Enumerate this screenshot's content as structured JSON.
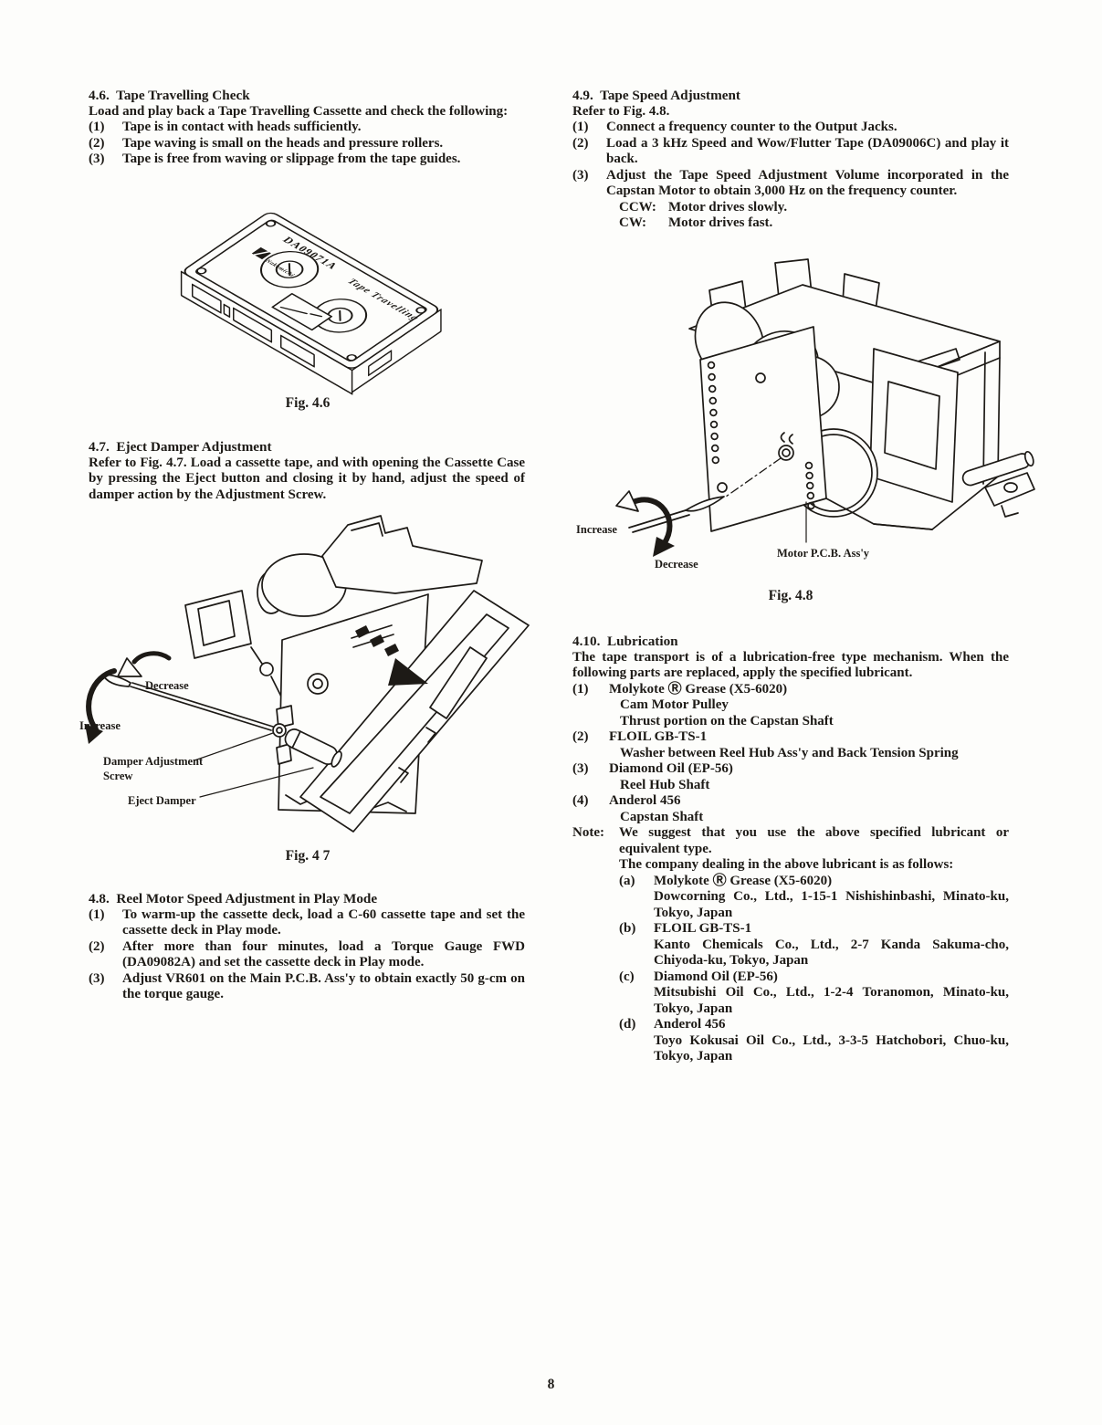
{
  "page": {
    "number": "8"
  },
  "left": {
    "s46": {
      "heading": "4.6.  Tape Travelling Check",
      "intro": "Load and play back a Tape Travelling Cassette and check the following:",
      "items": [
        {
          "num": "(1)",
          "text": "Tape is in contact with heads sufficiently."
        },
        {
          "num": "(2)",
          "text": "Tape waving is small on the heads and pressure rollers."
        },
        {
          "num": "(3)",
          "text": "Tape is free from waving or slippage from the tape guides."
        }
      ]
    },
    "fig46": {
      "caption": "Fig. 4.6",
      "cassette_code": "DA09071A",
      "cassette_title": "Tape Travelling",
      "brand": "Nakamichi"
    },
    "s47": {
      "heading": "4.7.  Eject Damper Adjustment",
      "body": "Refer to Fig. 4.7. Load a cassette tape, and with opening the Cassette Case by pressing the Eject button and closing it by hand, adjust the speed of damper action by the Adjustment Screw."
    },
    "fig47": {
      "caption": "Fig. 4 7",
      "labels": {
        "decrease": "Decrease",
        "increase": "Increase",
        "screw_line1": "Damper Adjustment",
        "screw_line2": "Screw",
        "damper": "Eject Damper"
      }
    },
    "s48": {
      "heading": "4.8.  Reel Motor Speed Adjustment in Play Mode",
      "items": [
        {
          "num": "(1)",
          "text": "To warm-up the cassette deck, load a C-60 cassette tape and set the cassette deck in Play mode."
        },
        {
          "num": "(2)",
          "text": "After more than four minutes, load a Torque Gauge FWD (DA09082A) and set the cassette deck in Play mode."
        },
        {
          "num": "(3)",
          "text": "Adjust VR601 on the Main P.C.B. Ass'y to obtain exactly 50 g-cm on the torque gauge."
        }
      ]
    }
  },
  "right": {
    "s49": {
      "heading": "4.9.  Tape Speed Adjustment",
      "refer": "Refer to Fig. 4.8.",
      "items": [
        {
          "num": "(1)",
          "text": "Connect a frequency counter to the Output Jacks."
        },
        {
          "num": "(2)",
          "text": "Load a 3 kHz Speed and Wow/Flutter Tape (DA09006C) and play it back."
        },
        {
          "num": "(3)",
          "text": "Adjust the Tape Speed Adjustment Volume incorporated in the Capstan Motor to obtain 3,000 Hz on the frequency counter."
        }
      ],
      "ccw_label": "CCW:",
      "ccw_text": "Motor drives slowly.",
      "cw_label": "CW:",
      "cw_text": "Motor drives fast."
    },
    "fig48": {
      "caption": "Fig. 4.8",
      "labels": {
        "increase": "Increase",
        "decrease": "Decrease",
        "pcb": "Motor P.C.B. Ass'y"
      }
    },
    "s410": {
      "heading": "4.10.  Lubrication",
      "intro": "The tape transport is of a lubrication-free type mechanism. When the following parts are replaced, apply the specified lubricant.",
      "items": [
        {
          "num": "(1)",
          "text": "Molykote Ⓡ Grease (X5-6020)",
          "subs": [
            "Cam Motor Pulley",
            "Thrust portion on the Capstan Shaft"
          ]
        },
        {
          "num": "(2)",
          "text": "FLOIL GB-TS-1",
          "subs": [
            "Washer between Reel Hub Ass'y and Back Tension Spring"
          ]
        },
        {
          "num": "(3)",
          "text": "Diamond Oil (EP-56)",
          "subs": [
            "Reel Hub Shaft"
          ]
        },
        {
          "num": "(4)",
          "text": "Anderol 456",
          "subs": [
            "Capstan Shaft"
          ]
        }
      ],
      "note_label": "Note:",
      "note1": "We suggest that you use the above specified lubricant or equivalent type.",
      "note2": "The company dealing in the above lubricant is as follows:",
      "companies": [
        {
          "num": "(a)",
          "name": "Molykote Ⓡ Grease (X5-6020)",
          "addr": "Dowcorning Co., Ltd., 1-15-1 Nishishinbashi, Minato-ku, Tokyo, Japan"
        },
        {
          "num": "(b)",
          "name": "FLOIL GB-TS-1",
          "addr": "Kanto Chemicals Co., Ltd., 2-7 Kanda Sakuma-cho, Chiyoda-ku, Tokyo, Japan"
        },
        {
          "num": "(c)",
          "name": "Diamond Oil (EP-56)",
          "addr": "Mitsubishi Oil Co., Ltd., 1-2-4 Toranomon, Minato-ku, Tokyo, Japan"
        },
        {
          "num": "(d)",
          "name": "Anderol 456",
          "addr": "Toyo Kokusai Oil Co., Ltd., 3-3-5 Hatchobori, Chuo-ku, Tokyo, Japan"
        }
      ]
    }
  },
  "colors": {
    "ink": "#1d1a16",
    "paper": "#fdfdfb"
  }
}
